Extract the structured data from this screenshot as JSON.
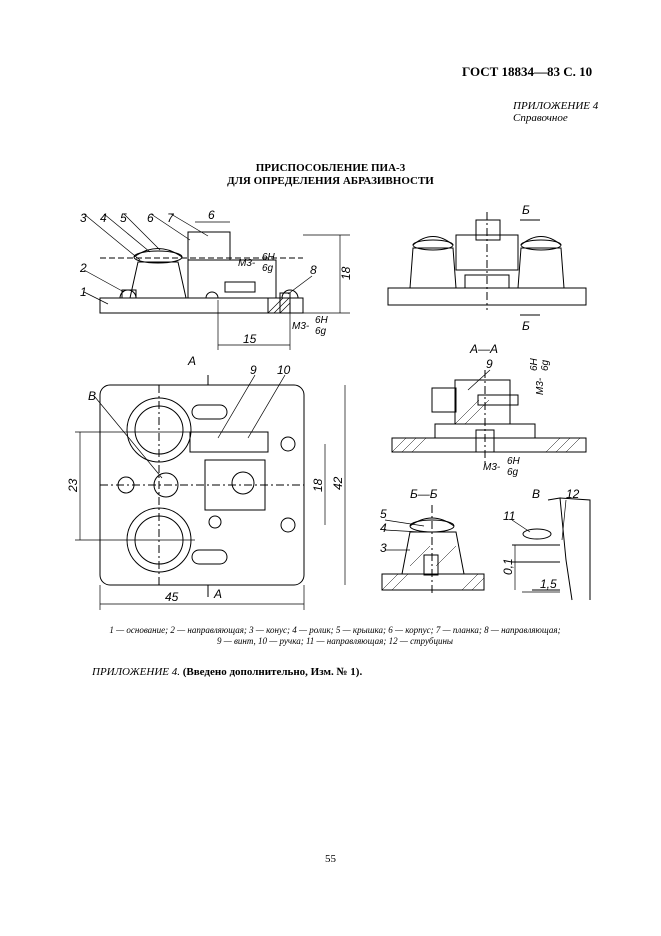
{
  "header": {
    "standard": "ГОСТ 18834—83 С. 10"
  },
  "appendix": {
    "label": "ПРИЛОЖЕНИЕ 4",
    "kind": "Справочное"
  },
  "title": {
    "line1": "ПРИСПОСОБЛЕНИЕ ПИА-3",
    "line2": "ДЛЯ ОПРЕДЕЛЕНИЯ АБРАЗИВНОСТИ"
  },
  "drawing": {
    "part_numbers": [
      "1",
      "2",
      "3",
      "4",
      "5",
      "6",
      "7",
      "8",
      "9",
      "10",
      "11",
      "12"
    ],
    "section_labels": {
      "aa": "А—А",
      "bb": "Б—Б",
      "view_a": "А",
      "view_b": "Б",
      "detail_v": "В"
    },
    "dimensions": {
      "d6": "6",
      "d15": "15",
      "d18": "18",
      "d23": "23",
      "d42": "42",
      "d45": "45",
      "d1_5": "1,5",
      "d0_1": "0,1",
      "m3": "М3-",
      "fit_num": "6Н",
      "fit_den": "6g"
    }
  },
  "legend": {
    "line1": "1 — основание; 2 — направляющая; 3 — конус; 4 — ролик; 5 — крышка; 6 — корпус; 7 — планка; 8 — направляющая;",
    "line2": "9 — винт, 10 — ручка; 11 — направляющая; 12 — струбцины"
  },
  "note": {
    "label": "ПРИЛОЖЕНИЕ 4.",
    "text": "(Введено дополнительно, Изм. № 1)."
  },
  "page_number": "55"
}
